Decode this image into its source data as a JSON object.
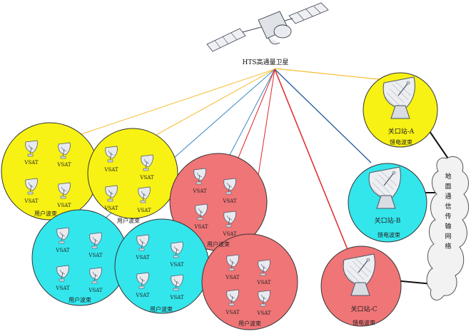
{
  "satellite": {
    "label": "HTS高通量卫星"
  },
  "beams": {
    "user_label": "用户波束",
    "feeder_label": "馈电波束",
    "vsat_label": "VSAT",
    "colors": {
      "yellow": "#f7f214",
      "cyan": "#33e6ec",
      "red": "#f07577"
    }
  },
  "gateways": [
    {
      "label": "关口站-A",
      "beam_label": "馈电波束"
    },
    {
      "label": "关口站-B",
      "beam_label": "馈电波束"
    },
    {
      "label": "关口站-C",
      "beam_label": "馈电波束"
    }
  ],
  "network": {
    "label": "地面通信传输网络"
  },
  "link_colors": {
    "yellow": "#f6bb2a",
    "blue": "#3a86c4",
    "red": "#e0262a",
    "dark_blue": "#2a5fa0"
  }
}
